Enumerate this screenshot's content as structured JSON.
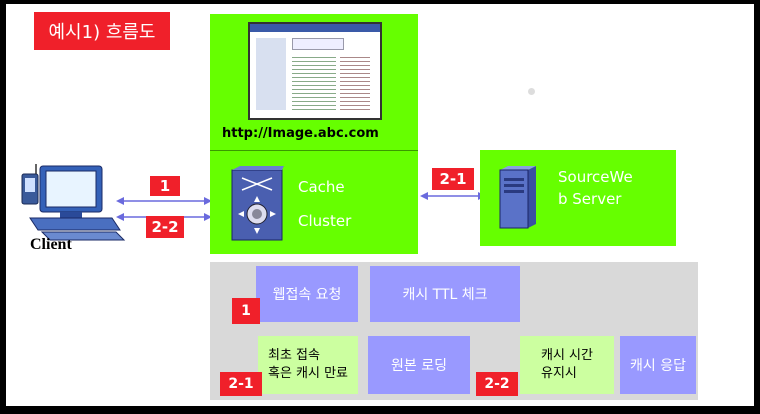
{
  "title": "예시1) 흐름도",
  "client_label": "Client",
  "cache_url": "http://Image.abc.com",
  "cache_label_line1": "Cache",
  "cache_label_line2": "Cluster",
  "source_label_line1": "SourceWe",
  "source_label_line2": "b Server",
  "arrow_tags": {
    "t1": "1",
    "t22": "2-2",
    "t21": "2-1"
  },
  "flow": {
    "tag1": "1",
    "web_request": "웹접속 요청",
    "ttl_check": "캐시 TTL 체크",
    "tag21": "2-1",
    "first_access_line1": "최초 접속",
    "first_access_line2": "혹은 캐시 만료",
    "origin_loading": "원본 로딩",
    "tag22": "2-2",
    "cache_time_line1": "캐시 시간",
    "cache_time_line2": "유지시",
    "cache_response": "캐시 응답"
  },
  "colors": {
    "green": "#66ff00",
    "red": "#f0202a",
    "purple": "#9999ff",
    "light_green": "#ccffa0",
    "panel": "#d9d9d9"
  }
}
